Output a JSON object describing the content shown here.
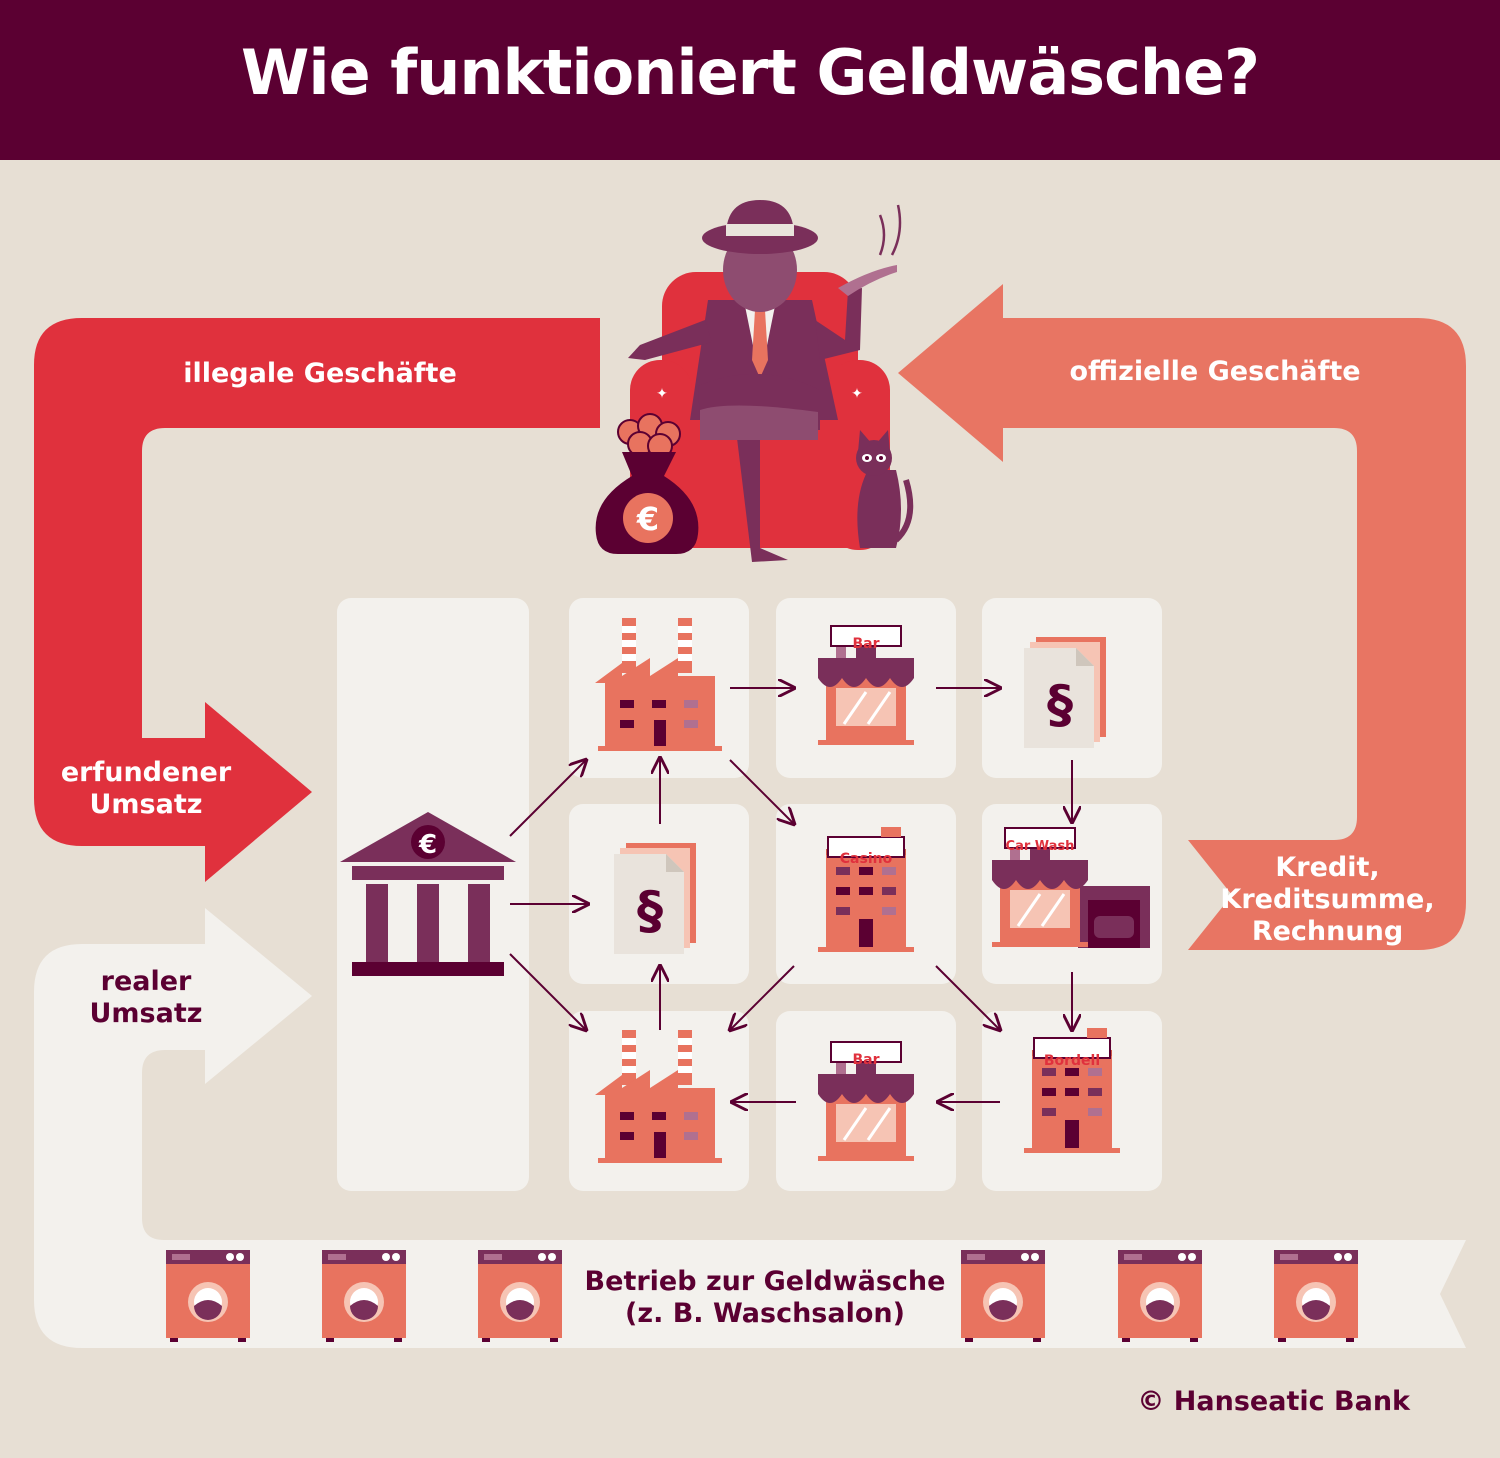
{
  "title": "Wie funktioniert Geldwäsche?",
  "labels": {
    "illegal": "illegale Geschäfte",
    "offiziell": "offizielle Geschäfte",
    "erfunden_1": "erfundener",
    "erfunden_2": "Umsatz",
    "real_1": "realer",
    "real_2": "Umsatz",
    "kredit_1": "Kredit,",
    "kredit_2": "Kreditsumme,",
    "kredit_3": "Rechnung",
    "betrieb_1": "Betrieb zur Geldwäsche",
    "betrieb_2": "(z. B. Waschsalon)"
  },
  "signs": {
    "bar_top": "Bar",
    "casino": "Casino",
    "carwash": "Car Wash",
    "bar_bottom": "Bar",
    "bordell": "Bordell"
  },
  "glyphs": {
    "euro": "€",
    "paragraph": "§"
  },
  "copyright": "© Hanseatic Bank",
  "colors": {
    "header": "#5b0032",
    "background": "#e7dfd4",
    "illegal_arrow": "#e0313d",
    "official_arrow": "#e87563",
    "real_arrow": "#f3f1ed",
    "building": "#e8735f",
    "dark_purple": "#7a2f5a"
  }
}
